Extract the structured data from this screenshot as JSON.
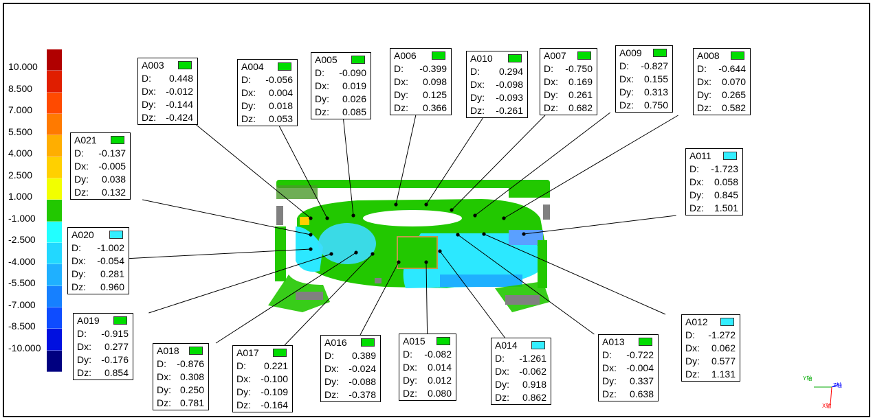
{
  "legend": {
    "labels": [
      "10.000",
      "8.500",
      "7.000",
      "5.500",
      "4.000",
      "2.500",
      "1.000",
      "-1.000",
      "-2.500",
      "-4.000",
      "-5.500",
      "-7.000",
      "-8.500",
      "-10.000"
    ],
    "colors": [
      "#b00000",
      "#e01e00",
      "#ff4a00",
      "#ff7a00",
      "#ffae00",
      "#ffd000",
      "#f2ff00",
      "#22c800",
      "#22ffff",
      "#22d8ff",
      "#1fb0ff",
      "#1680ff",
      "#0e4cff",
      "#0010e0",
      "#000080"
    ]
  },
  "colors": {
    "in_tolerance": "#00dd00",
    "out_tolerance": "#33eeff",
    "leader": "#000000"
  },
  "callouts": [
    {
      "id": "A003",
      "status": "in",
      "D": "0.448",
      "Dx": "-0.012",
      "Dy": "-0.144",
      "Dz": "-0.424"
    },
    {
      "id": "A004",
      "status": "in",
      "D": "-0.056",
      "Dx": "0.004",
      "Dy": "0.018",
      "Dz": "0.053"
    },
    {
      "id": "A005",
      "status": "in",
      "D": "-0.090",
      "Dx": "0.019",
      "Dy": "0.026",
      "Dz": "0.085"
    },
    {
      "id": "A006",
      "status": "in",
      "D": "-0.399",
      "Dx": "0.098",
      "Dy": "0.125",
      "Dz": "0.366"
    },
    {
      "id": "A010",
      "status": "in",
      "D": "0.294",
      "Dx": "-0.098",
      "Dy": "-0.093",
      "Dz": "-0.261"
    },
    {
      "id": "A007",
      "status": "in",
      "D": "-0.750",
      "Dx": "0.169",
      "Dy": "0.261",
      "Dz": "0.682"
    },
    {
      "id": "A009",
      "status": "in",
      "D": "-0.827",
      "Dx": "0.155",
      "Dy": "0.313",
      "Dz": "0.750"
    },
    {
      "id": "A008",
      "status": "in",
      "D": "-0.644",
      "Dx": "0.070",
      "Dy": "0.265",
      "Dz": "0.582"
    },
    {
      "id": "A021",
      "status": "in",
      "D": "-0.137",
      "Dx": "-0.005",
      "Dy": "0.038",
      "Dz": "0.132"
    },
    {
      "id": "A011",
      "status": "out",
      "D": "-1.723",
      "Dx": "0.058",
      "Dy": "0.845",
      "Dz": "1.501"
    },
    {
      "id": "A020",
      "status": "out",
      "D": "-1.002",
      "Dx": "-0.054",
      "Dy": "0.281",
      "Dz": "0.960"
    },
    {
      "id": "A019",
      "status": "in",
      "D": "-0.915",
      "Dx": "0.277",
      "Dy": "-0.176",
      "Dz": "0.854"
    },
    {
      "id": "A018",
      "status": "in",
      "D": "-0.876",
      "Dx": "0.308",
      "Dy": "0.250",
      "Dz": "0.781"
    },
    {
      "id": "A017",
      "status": "in",
      "D": "0.221",
      "Dx": "-0.100",
      "Dy": "-0.109",
      "Dz": "-0.164"
    },
    {
      "id": "A016",
      "status": "in",
      "D": "0.389",
      "Dx": "-0.024",
      "Dy": "-0.088",
      "Dz": "-0.378"
    },
    {
      "id": "A015",
      "status": "in",
      "D": "-0.082",
      "Dx": "0.014",
      "Dy": "0.012",
      "Dz": "0.080"
    },
    {
      "id": "A014",
      "status": "out",
      "D": "-1.261",
      "Dx": "-0.062",
      "Dy": "0.918",
      "Dz": "0.862"
    },
    {
      "id": "A013",
      "status": "in",
      "D": "-0.722",
      "Dx": "-0.004",
      "Dy": "0.337",
      "Dz": "0.638"
    },
    {
      "id": "A012",
      "status": "out",
      "D": "-1.272",
      "Dx": "0.062",
      "Dy": "0.577",
      "Dz": "1.131"
    }
  ],
  "field_labels": {
    "D": "D:",
    "Dx": "Dx:",
    "Dy": "Dy:",
    "Dz": "Dz:"
  },
  "axis_triad": {
    "y": "Y轴",
    "z": "Z轴",
    "x": "X轴"
  }
}
